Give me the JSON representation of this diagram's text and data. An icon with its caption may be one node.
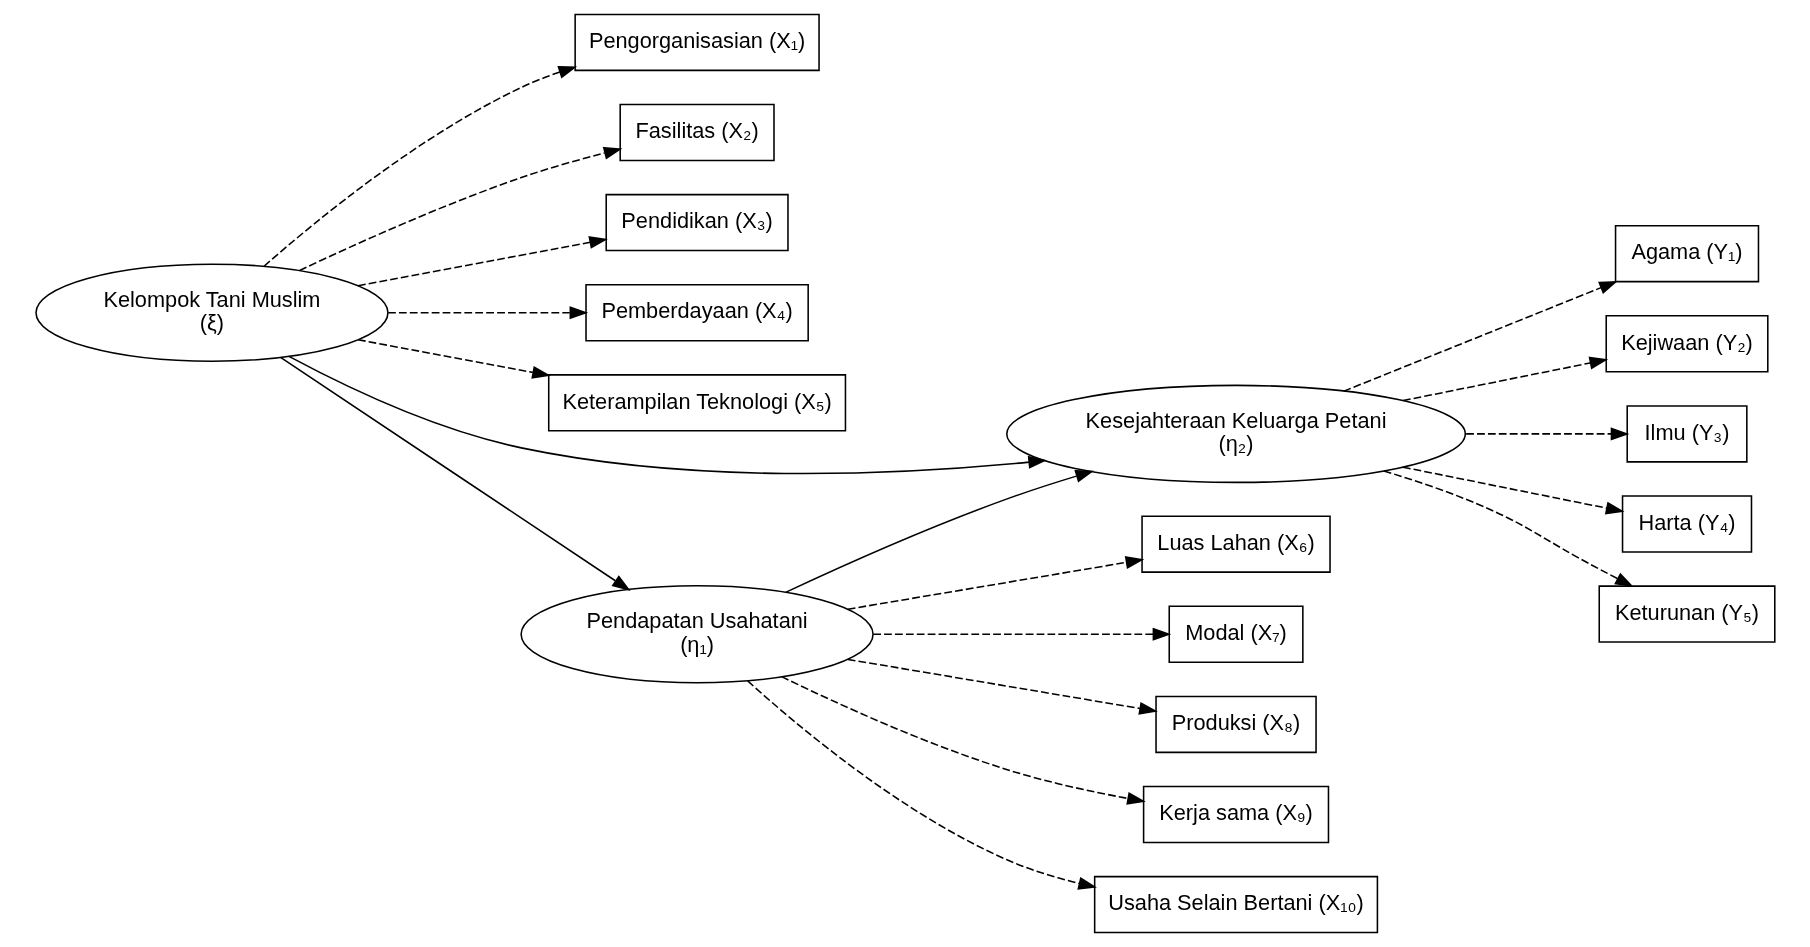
{
  "diagram": {
    "nodes": [
      {
        "text": [
          "Pengorganisasian (X₁)"
        ]
      },
      {
        "text": [
          "Fasilitas (X₂)"
        ]
      },
      {
        "text": [
          "Pendidikan (X₃)"
        ]
      },
      {
        "text": [
          "Pemberdayaan (X₄)"
        ]
      },
      {
        "text": [
          "Keterampilan Teknologi (X₅)"
        ]
      },
      {
        "text": [
          "Kelompok Tani Muslim",
          "(ξ)"
        ]
      },
      {
        "text": [
          "Pendapatan Usahatani",
          "(η₁)"
        ]
      },
      {
        "text": [
          "Kesejahteraan Keluarga Petani",
          "(η₂)"
        ]
      },
      {
        "text": [
          "Agama (Y₁)"
        ]
      },
      {
        "text": [
          "Kejiwaan (Y₂)"
        ]
      },
      {
        "text": [
          "Ilmu (Y₃)"
        ]
      },
      {
        "text": [
          "Harta (Y₄)"
        ]
      },
      {
        "text": [
          "Keturunan (Y₅)"
        ]
      },
      {
        "text": [
          "Luas Lahan (X₆)"
        ]
      },
      {
        "text": [
          "Modal (X₇)"
        ]
      },
      {
        "text": [
          "Produksi (X₈)"
        ]
      },
      {
        "text": [
          "Kerja sama (X₉)"
        ]
      },
      {
        "text": [
          "Usaha Selain Bertani (X₁₀)"
        ]
      }
    ],
    "edges": [
      {
        "from": 5,
        "to": 0,
        "arrow": "to",
        "style": "dashed"
      },
      {
        "from": 5,
        "to": 1,
        "arrow": "to",
        "style": "dashed"
      },
      {
        "from": 5,
        "to": 2,
        "arrow": "to",
        "style": "dashed"
      },
      {
        "from": 5,
        "to": 3,
        "arrow": "to",
        "style": "dashed"
      },
      {
        "from": 5,
        "to": 4,
        "arrow": "to",
        "style": "dashed"
      },
      {
        "from": 5,
        "to": 7,
        "arrow": "to"
      },
      {
        "from": 5,
        "to": 6,
        "arrow": "to"
      },
      {
        "from": 6,
        "to": 7,
        "arrow": "to"
      },
      {
        "from": 7,
        "to": 8,
        "arrow": "to",
        "style": "dashed"
      },
      {
        "from": 7,
        "to": 9,
        "arrow": "to",
        "style": "dashed"
      },
      {
        "from": 7,
        "to": 10,
        "arrow": "to",
        "style": "dashed"
      },
      {
        "from": 7,
        "to": 11,
        "arrow": "to",
        "style": "dashed"
      },
      {
        "from": 7,
        "to": 12,
        "arrow": "to",
        "style": "dashed"
      },
      {
        "from": 6,
        "to": 13,
        "arrow": "to",
        "style": "dashed"
      },
      {
        "from": 6,
        "to": 14,
        "arrow": "to",
        "style": "dashed"
      },
      {
        "from": 6,
        "to": 15,
        "arrow": "to",
        "style": "dashed"
      },
      {
        "from": 6,
        "to": 16,
        "arrow": "to",
        "style": "dashed"
      },
      {
        "from": 6,
        "to": 17,
        "arrow": "to",
        "style": "dashed"
      }
    ]
  }
}
